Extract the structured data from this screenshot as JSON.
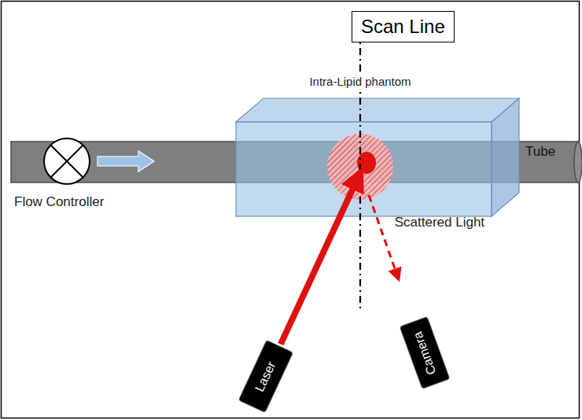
{
  "diagram": {
    "nodes": [
      {
        "text": [
          "Scan Line"
        ]
      },
      {
        "text": [
          "Intra-Lipid phantom"
        ]
      },
      {
        "text": [
          "Flow Controller"
        ]
      },
      {
        "text": [
          "Laser"
        ]
      },
      {
        "text": [
          "Camera"
        ]
      }
    ],
    "edges": [
      {
        "from": 3,
        "to": 1,
        "arrow": "to"
      },
      {
        "from": 1,
        "to": 4,
        "arrow": "to",
        "label": "Scattered Light"
      }
    ],
    "labels": [
      "Tube"
    ]
  }
}
